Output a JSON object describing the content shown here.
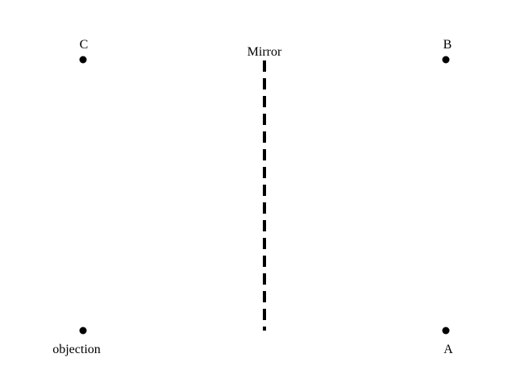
{
  "mirror": {
    "label": "Mirror",
    "style": "dashed",
    "color": "#000000"
  },
  "points": {
    "C": {
      "label": "C"
    },
    "B": {
      "label": "B"
    },
    "object": {
      "label": "objection"
    },
    "A": {
      "label": "A"
    }
  },
  "colors": {
    "background": "#ffffff",
    "ink": "#000000"
  }
}
